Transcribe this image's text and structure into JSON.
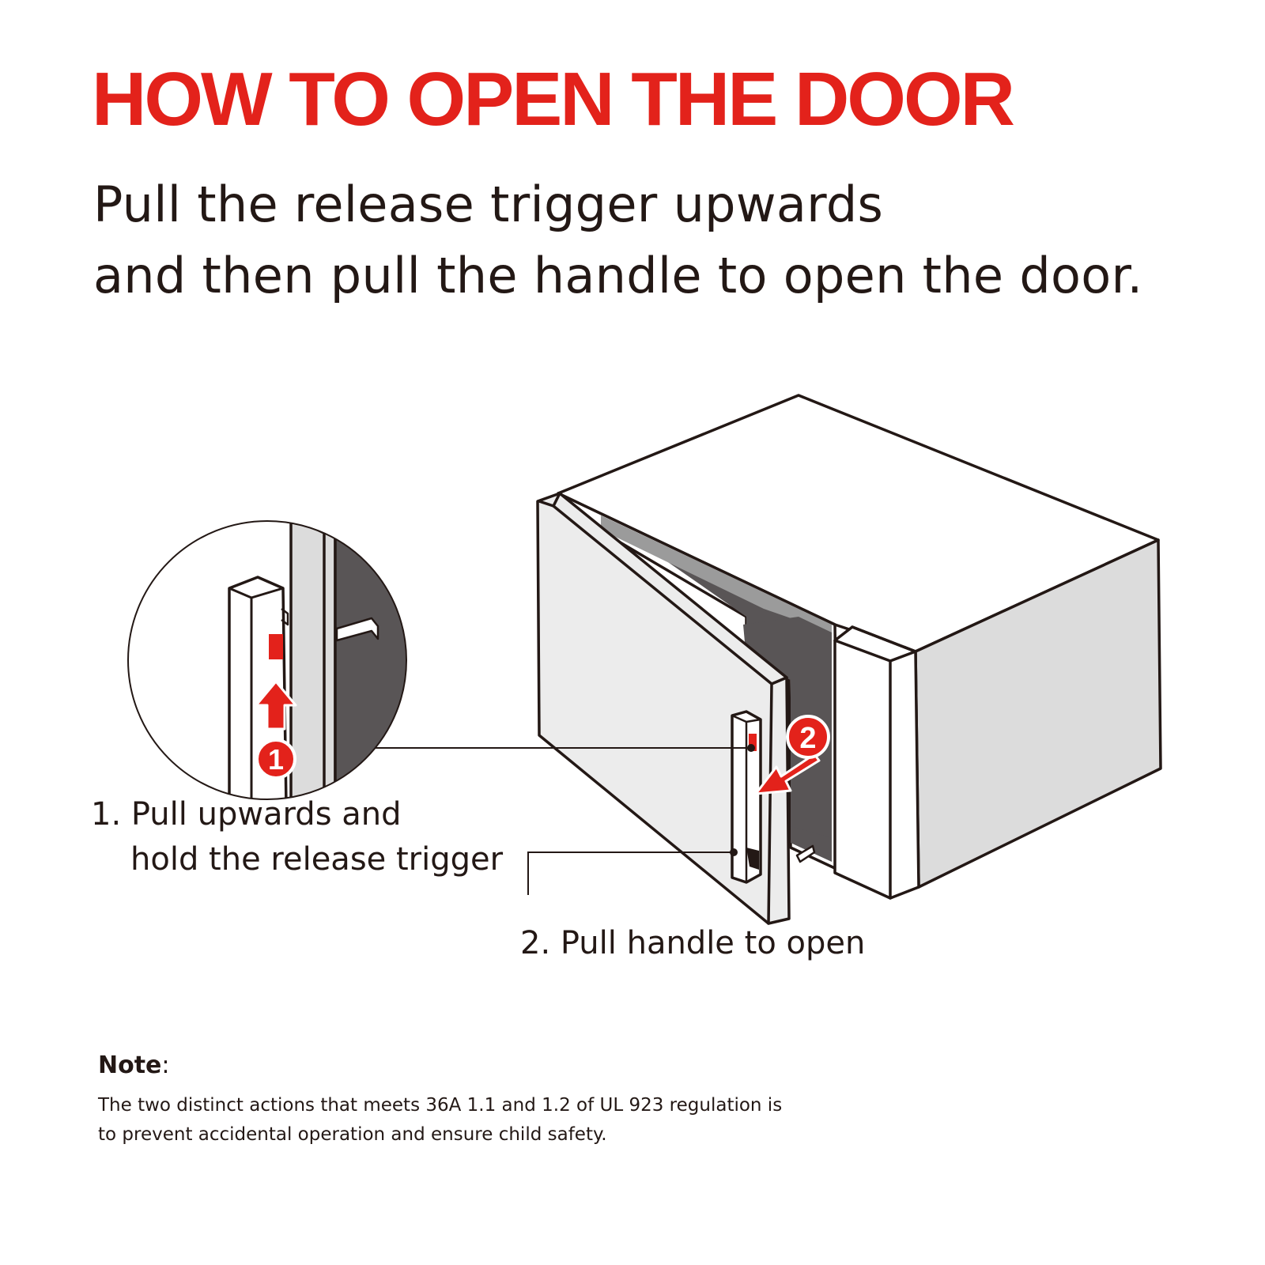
{
  "heading": {
    "title": "HOW TO OPEN THE DOOR",
    "subtitle_lines": [
      "Pull the release trigger upwards",
      "and then pull the handle to open the door."
    ]
  },
  "steps": {
    "step1_line1": "1. Pull upwards and",
    "step1_line2": "hold the release trigger",
    "step2": "2. Pull handle to open",
    "badge1": "1",
    "badge2": "2"
  },
  "note": {
    "label": "Note",
    "separator": ":",
    "lines": [
      "The two distinct actions that meets 36A 1.1 and 1.2 of UL 923 regulation is",
      "to prevent accidental operation and ensure child safety."
    ]
  },
  "colors": {
    "accent_red": "#e3221b",
    "text_dark": "#231815",
    "cavity_dark": "#595556",
    "panel_grey": "#dcdcdc",
    "door_grey": "#ececec"
  }
}
